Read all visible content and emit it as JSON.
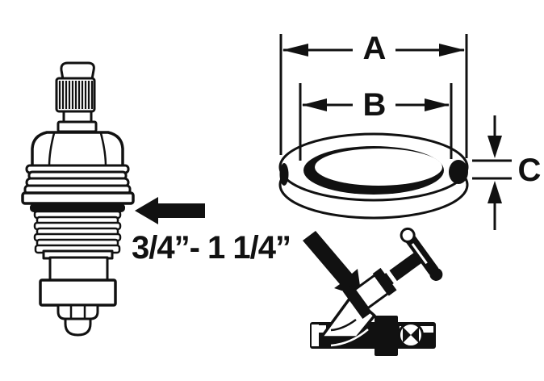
{
  "diagram": {
    "size_range_label": "3/4”- 1 1/4”",
    "washer_dimensions": {
      "outer_diameter_label": "A",
      "inner_diameter_label": "B",
      "thickness_label": "C"
    },
    "parts": {
      "cartridge": "faucet-valve-cartridge",
      "washer": "beveled-washer-ring",
      "valve": "angle-stop-valve"
    },
    "colors": {
      "line": "#111111",
      "background": "#ffffff",
      "seal": "#111111"
    }
  }
}
